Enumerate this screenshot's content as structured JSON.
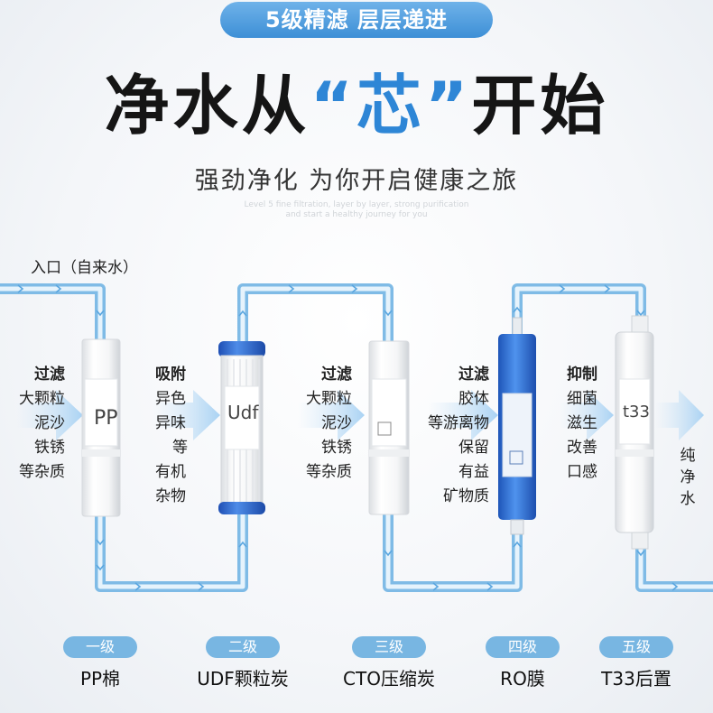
{
  "header": {
    "pill": "5级精滤 层层递进",
    "headline_a": "净水从",
    "headline_q": "“芯”",
    "headline_b": "开始",
    "subhead": "强劲净化 为你开启健康之旅",
    "english_1": "Level 5 fine filtration, layer by layer, strong purification",
    "english_2": "and start a healthy journey for you"
  },
  "flow": {
    "inlet": "入口（自来水）",
    "outlet": "纯净水"
  },
  "labels": [
    {
      "title": "过滤",
      "lines": [
        "大颗粒",
        "泥沙",
        "铁锈",
        "等杂质"
      ]
    },
    {
      "title": "吸附",
      "lines": [
        "异色",
        "异味",
        "等",
        "有机",
        "杂物"
      ]
    },
    {
      "title": "过滤",
      "lines": [
        "大颗粒",
        "泥沙",
        "铁锈",
        "等杂质"
      ]
    },
    {
      "title": "过滤",
      "lines": [
        "胶体",
        "等游离物",
        "保留",
        "有益",
        "矿物质"
      ]
    },
    {
      "title": "抑制",
      "lines": [
        "细菌",
        "滋生",
        "改善",
        "口感"
      ]
    }
  ],
  "stages": [
    {
      "badge": "一级",
      "name": "PP棉"
    },
    {
      "badge": "二级",
      "name": "UDF颗粒炭"
    },
    {
      "badge": "三级",
      "name": "CTO压缩炭"
    },
    {
      "badge": "四级",
      "name": "RO膜"
    },
    {
      "badge": "五级",
      "name": "T33后置"
    }
  ],
  "filters": {
    "pp_mark": "PP",
    "udf_mark": "Udf",
    "t33_mark": "t33"
  },
  "colors": {
    "accent": "#2e86d6",
    "pipe": "#8cc3ea",
    "badge": "#78b6e2",
    "udf_cap": "#2c63c9",
    "ro_body": "#2f6fd0"
  }
}
